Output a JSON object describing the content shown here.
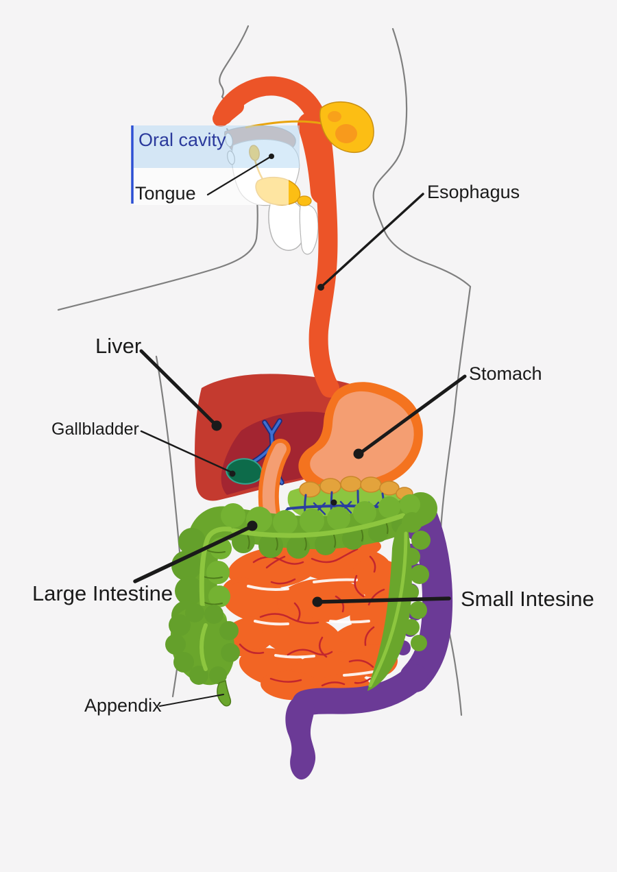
{
  "figure": {
    "subject": "Human digestive system diagram (side profile with labeled organs)"
  },
  "labels": [
    {
      "id": "oral-cavity",
      "text": "Oral cavity"
    },
    {
      "id": "tongue",
      "text": "Tongue"
    },
    {
      "id": "esophagus",
      "text": "Esophagus"
    },
    {
      "id": "liver",
      "text": "Liver"
    },
    {
      "id": "stomach",
      "text": "Stomach"
    },
    {
      "id": "gallbladder",
      "text": "Gallbladder"
    },
    {
      "id": "large-intestine",
      "text": "Large Intestine"
    },
    {
      "id": "small-intestine",
      "text": "Small Intesine"
    },
    {
      "id": "appendix",
      "text": "Appendix"
    }
  ],
  "colors": {
    "background": "#f5f4f5",
    "body_outline": "#7f7f7f",
    "esophagus_orange": "#ec5428",
    "salivary_yellow": "#fcbe14",
    "palate_tan": "#c79c8d",
    "oral_band_blue": "#bcdcf4",
    "oral_text_blue": "#2b3a9c",
    "bracket_blue": "#2c50d4",
    "liver_outer": "#c43a2f",
    "liver_inner": "#a32531",
    "gallbladder_green": "#0d6b4a",
    "bile_duct_blue": "#3f6fd1",
    "stomach_border": "#f4731f",
    "stomach_fill": "#f49e72",
    "pancreas_green": "#8cc540",
    "scallop_yellow": "#e3a33c",
    "vein_blue": "#2b3f9f",
    "colon_green": "#6aa62c",
    "colon_green_light": "#8dc63f",
    "colon_green_dark": "#4e7c1b",
    "colon_purple": "#6b3a96",
    "small_intestine_orange": "#f26524",
    "small_intestine_lines": "#c2262e",
    "label_color": "#1a1a1a"
  }
}
